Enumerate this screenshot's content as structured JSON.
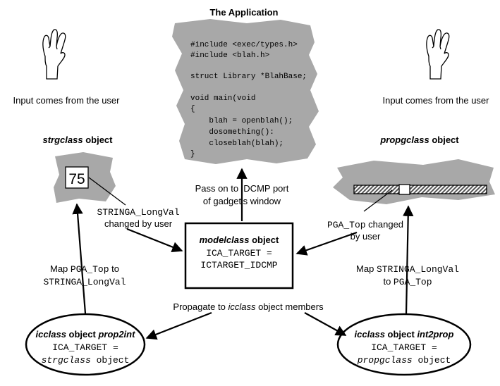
{
  "app_title": "The Application",
  "app_code": [
    "#include <exec/types.h>",
    "#include <blah.h>",
    "",
    "struct Library *BlahBase;",
    "",
    "void main(void",
    "{",
    "    blah = openblah();",
    "    dosomething():",
    "    closeblah(blah);",
    "}"
  ],
  "left": {
    "input_label": "Input comes from the user",
    "obj_title_italic": "strgclass",
    "obj_title_rest": " object",
    "string_value": "75",
    "changed_code": "STRINGA_LongVal",
    "changed_text": "changed by user",
    "map_line1_text": "Map ",
    "map_line1_code": "PGA_Top",
    "map_line1_to": " to",
    "map_line2_code": "STRINGA_LongVal"
  },
  "right": {
    "input_label": "Input comes from the user",
    "obj_title_italic": "propgclass",
    "obj_title_rest": " object",
    "slider_level": 0.37,
    "changed_code": "PGA_Top",
    "changed_text1": " changed",
    "changed_text2": "by user",
    "map_line1_text": "Map ",
    "map_line1_code": "STRINGA_LongVal",
    "map_line2_to": "to ",
    "map_line2_code": "PGA_Top"
  },
  "pass_on": {
    "line1": "Pass on to IDCMP port",
    "line2": "of gadget's window"
  },
  "model": {
    "title_italic": "modelclass",
    "title_rest": " object",
    "line1": "ICA_TARGET =",
    "line2": "ICTARGET_IDCMP"
  },
  "propagate": {
    "text": "Propagate to ",
    "italic": "icclass",
    "rest": " object members"
  },
  "ic_left": {
    "title_italic": "icclass",
    "title_mid": " object ",
    "title_name": "prop2int",
    "line1": "ICA_TARGET =",
    "line2_italic": "strgclass",
    "line2_rest": " object"
  },
  "ic_right": {
    "title_italic": "icclass",
    "title_mid": " object ",
    "title_name": "int2prop",
    "line1": "ICA_TARGET =",
    "line2_italic": "propgclass",
    "line2_rest": " object"
  },
  "colors": {
    "shadow_gray": "#a8a8a8",
    "slider_track": "#555555"
  }
}
